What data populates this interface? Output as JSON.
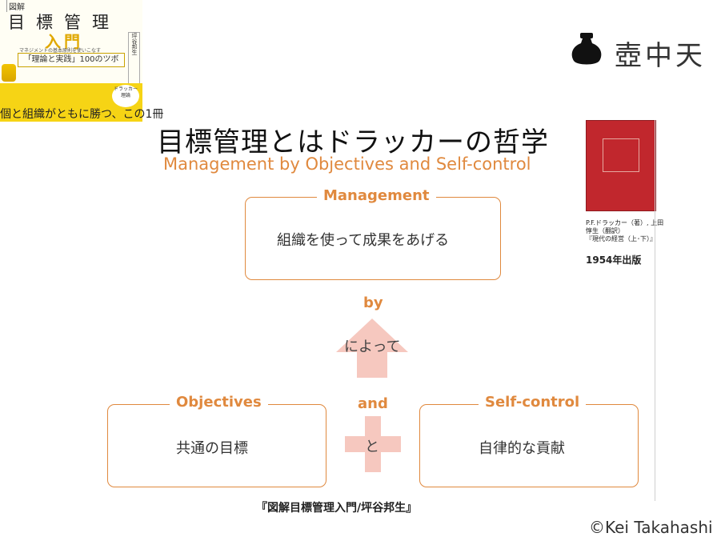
{
  "book": {
    "label": "図解",
    "title": "目標管理",
    "subtitle": "入門",
    "description": "マネジメントの基本原則を使いこなす",
    "box_text": "「理論と実践」100のツボ",
    "author": "坪谷邦生",
    "badge": "ドラッカー理論",
    "tagline": "個と組織がともに勝つ、この1冊"
  },
  "logo": {
    "text": "壺中天"
  },
  "slide": {
    "title": "目標管理とはドラッカーの哲学",
    "subtitle": "Management by Objectives and Self-control",
    "management": {
      "label": "Management",
      "text": "組織を使って成果をあげる"
    },
    "by": {
      "label": "by",
      "text": "によって"
    },
    "objectives": {
      "label": "Objectives",
      "text": "共通の目標"
    },
    "and": {
      "label": "and",
      "text": "と"
    },
    "self_control": {
      "label": "Self-control",
      "text": "自律的な貢献"
    },
    "caption": "『図解目標管理入門/坪谷邦生』"
  },
  "reference": {
    "credit_line1": "P.F.ドラッカー（著）, 上田",
    "credit_line2": "惇生（翻訳）",
    "credit_line3": "『現代の経営（上･下）』",
    "year": "1954年出版"
  },
  "copyright": "©Kei Takahashi",
  "colors": {
    "accent": "#e0893e",
    "arrow": "#f6c8bf",
    "book_red": "#c1272d",
    "book_yellow": "#f6d415"
  }
}
